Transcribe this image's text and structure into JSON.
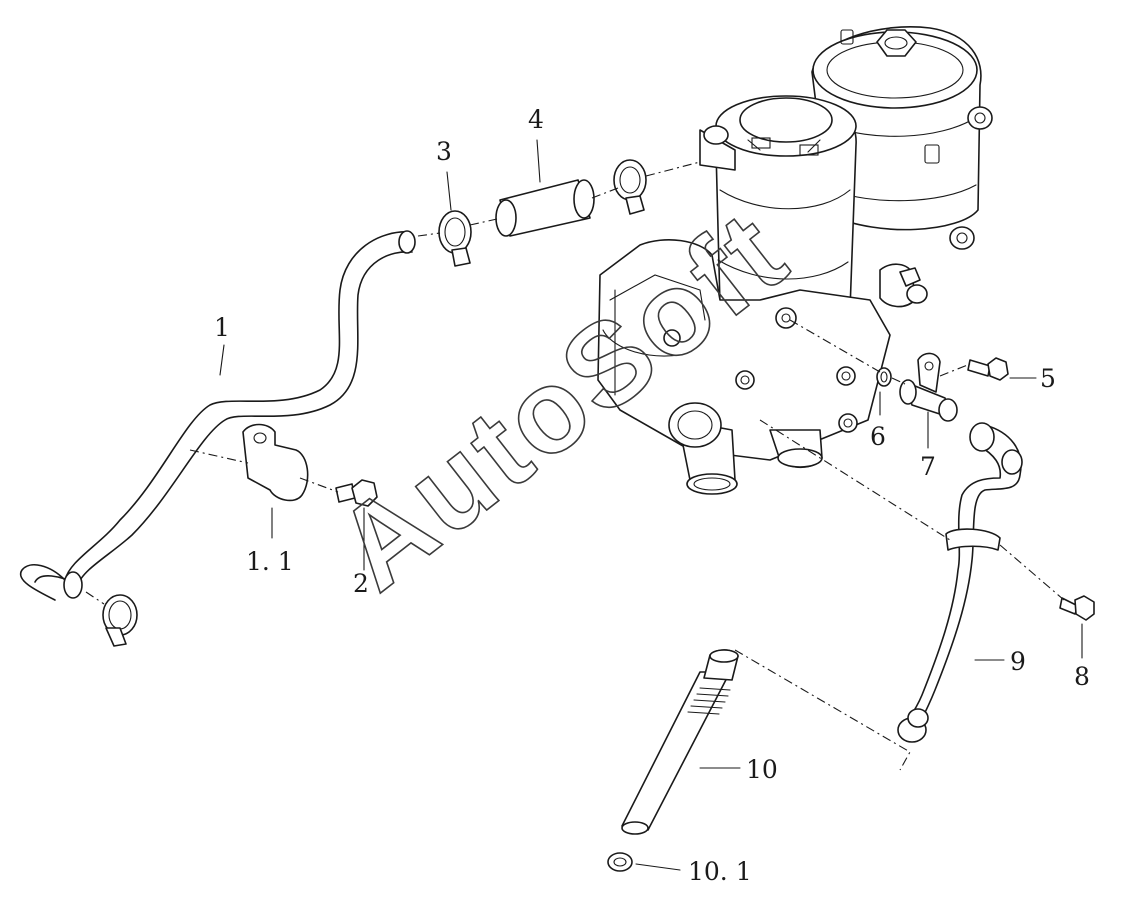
{
  "callouts": [
    {
      "id": "1",
      "text": "1"
    },
    {
      "id": "1-1",
      "text": "1. 1"
    },
    {
      "id": "2",
      "text": "2"
    },
    {
      "id": "3",
      "text": "3"
    },
    {
      "id": "4",
      "text": "4"
    },
    {
      "id": "5",
      "text": "5"
    },
    {
      "id": "6",
      "text": "6"
    },
    {
      "id": "7",
      "text": "7"
    },
    {
      "id": "8",
      "text": "8"
    },
    {
      "id": "9",
      "text": "9"
    },
    {
      "id": "10",
      "text": "10"
    },
    {
      "id": "10-1",
      "text": "10. 1"
    }
  ],
  "watermark": "AutoSoft"
}
